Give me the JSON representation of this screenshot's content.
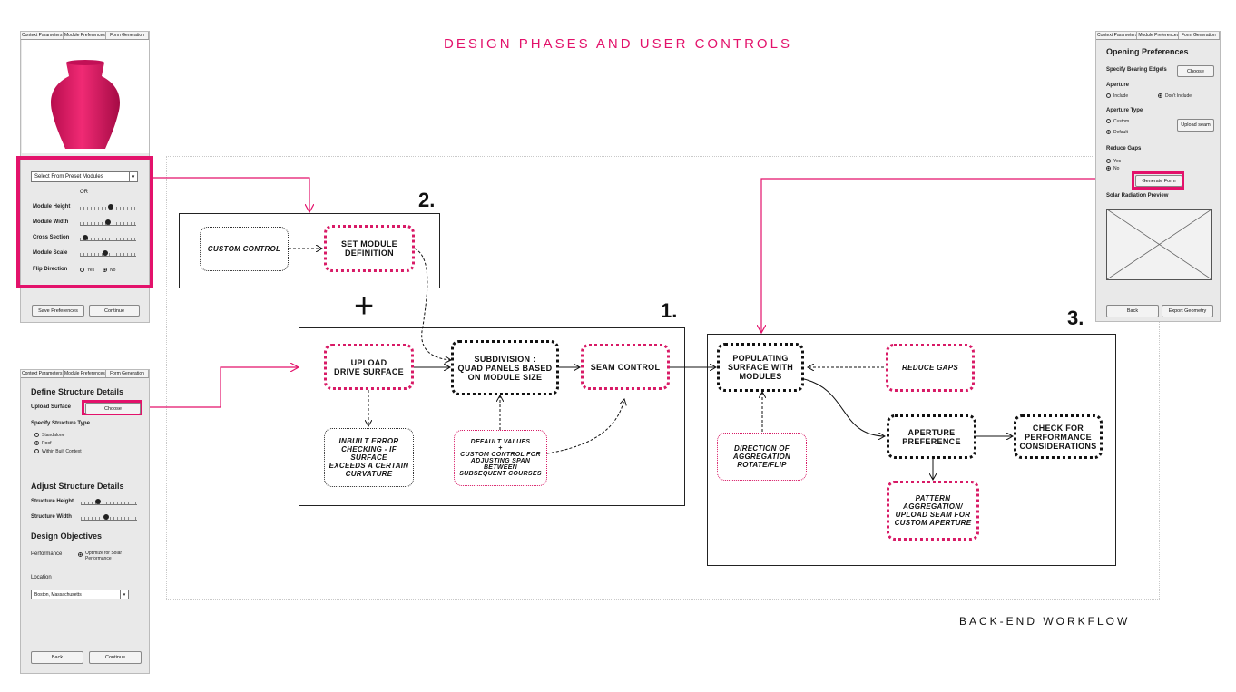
{
  "title": "DESIGN PHASES AND USER CONTROLS",
  "footer": "BACK-END WORKFLOW",
  "phase_numbers": {
    "one": "1.",
    "two": "2.",
    "three": "3."
  },
  "plus": "+",
  "nodes": {
    "custom_control": "CUSTOM CONTROL",
    "set_module": "SET MODULE\nDEFINITION",
    "upload_drive": "UPLOAD\nDRIVE SURFACE",
    "subdivision": "SUBDIVISION :\nQUAD PANELS BASED\nON MODULE SIZE",
    "seam_control": "SEAM CONTROL",
    "inbuilt_error": "INBUILT ERROR\nCHECKING - IF SURFACE\nEXCEEDS A CERTAIN\nCURVATURE",
    "default_values": "DEFAULT VALUES\n+\nCUSTOM CONTROL FOR\nADJUSTING SPAN BETWEEN\nSUBSEQUENT COURSES",
    "populating": "POPULATING\nSURFACE WITH\nMODULES",
    "reduce_gaps": "REDUCE GAPS",
    "direction": "DIRECTION OF\nAGGREGATION\nROTATE/FLIP",
    "aperture_pref": "APERTURE\nPREFERENCE",
    "check_perf": "CHECK FOR\nPERFORMANCE\nCONSIDERATIONS",
    "pattern_agg": "PATTERN\nAGGREGATION/\nUPLOAD SEAM FOR\nCUSTOM APERTURE"
  },
  "colors": {
    "accent": "#e3126b",
    "vase": "#e0145f"
  },
  "panel_tabs": [
    "Context Parameters",
    "Module Preferences",
    "Form Generation"
  ],
  "module_panel": {
    "select_value": "Select From Preset Modules",
    "or": "OR",
    "sliders": [
      {
        "label": "Module Height",
        "level": 0.55
      },
      {
        "label": "Module Width",
        "level": 0.5
      },
      {
        "label": "Cross Section",
        "level": 0.1
      },
      {
        "label": "Module Scale",
        "level": 0.45
      }
    ],
    "flip_label": "Flip Direction",
    "flip_yes": "Yes",
    "flip_no": "No",
    "save_button": "Save Preferences",
    "continue_button": "Continue"
  },
  "structure_panel": {
    "heading_define": "Define Structure Details",
    "upload_label": "Upload Surface",
    "choose_button": "Choose",
    "type_label": "Specify Structure Type",
    "types": [
      "Standalone",
      "Roof",
      "Within Built Context"
    ],
    "heading_adjust": "Adjust Structure Details",
    "height_label": "Structure Height",
    "height_level": 0.3,
    "width_label": "Structure Width",
    "width_level": 0.45,
    "heading_objectives": "Design Objectives",
    "performance_label": "Performance",
    "performance_option": "Optimize for Solar\nPerformance",
    "location_label": "Location",
    "location_value": "Boston, Massachusetts",
    "back_button": "Back",
    "continue_button": "Continue"
  },
  "opening_panel": {
    "heading": "Opening Preferences",
    "bearing_label": "Specify Bearing Edge/s",
    "choose_button": "Choose",
    "aperture_label": "Aperture",
    "aperture_include": "Include",
    "aperture_dont": "Don't Include",
    "aperture_type_label": "Aperture Type",
    "type_custom": "Custom",
    "type_default": "Default",
    "upload_seam_button": "Upload seam",
    "reduce_gaps_label": "Reduce Gaps",
    "gaps_yes": "Yes",
    "gaps_no": "No",
    "generate_button": "Generate Form",
    "solar_label": "Solar Radiation Preview",
    "back_button": "Back",
    "export_button": "Export Geometry"
  }
}
